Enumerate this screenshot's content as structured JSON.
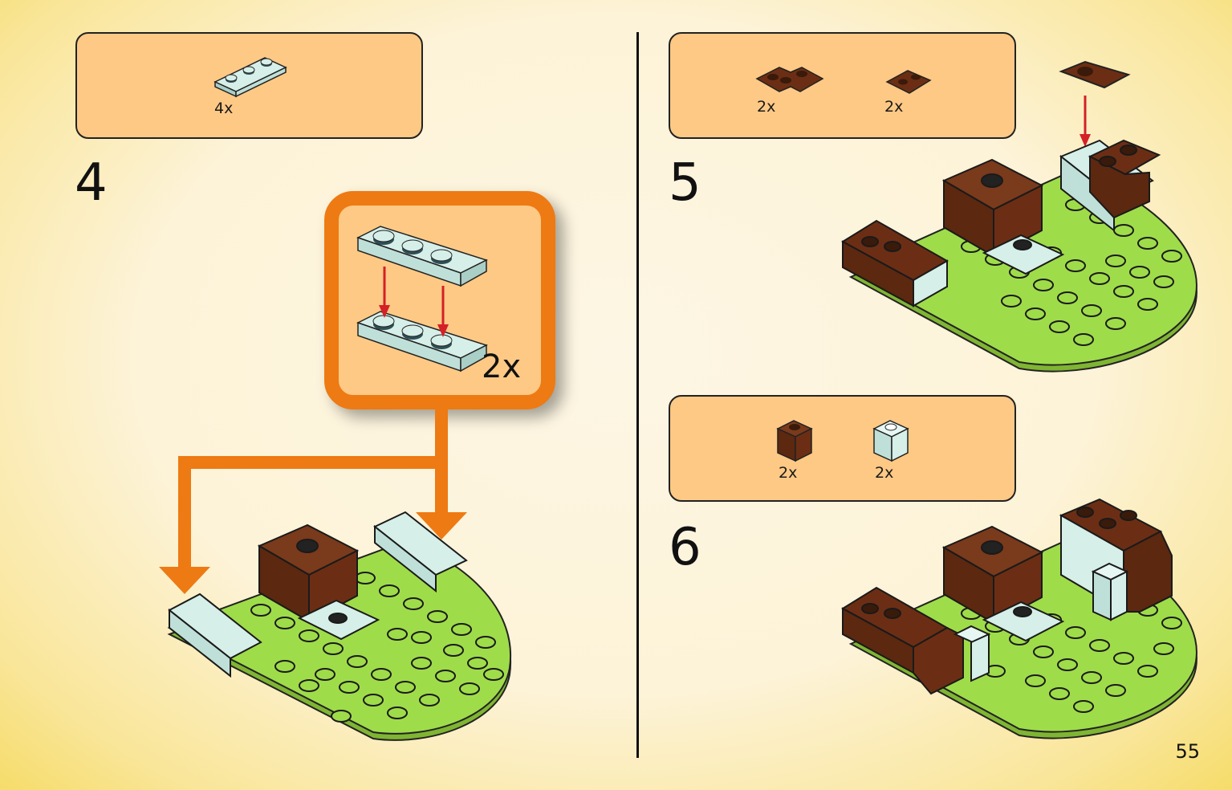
{
  "steps": [
    {
      "number": "4",
      "parts": [
        {
          "qty": "4x",
          "part_icon": "light-aqua-1x3-plate"
        }
      ],
      "callout_qty": "2x"
    },
    {
      "number": "5",
      "parts": [
        {
          "qty": "2x",
          "part_icon": "brown-corner-plate"
        },
        {
          "qty": "2x",
          "part_icon": "brown-clip-plate"
        }
      ]
    },
    {
      "number": "6",
      "parts": [
        {
          "qty": "2x",
          "part_icon": "brown-1x1-brick"
        },
        {
          "qty": "2x",
          "part_icon": "light-aqua-1x1-brick"
        }
      ]
    }
  ],
  "page_number": "55",
  "colors": {
    "parts_box": "#fdc985",
    "callout_border": "#ee7a13",
    "baseplate_green": "#9fdc4a",
    "brown": "#6b2e14",
    "light_aqua": "#d6efe8",
    "arrow_red": "#d42027"
  }
}
